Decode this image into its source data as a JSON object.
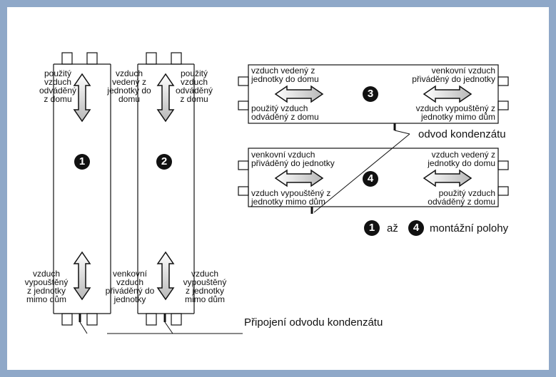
{
  "colors": {
    "background": "#8fa8c8",
    "panel": "#ffffff",
    "line": "#111111",
    "arrow_fill": "#c8c8c8"
  },
  "units": [
    {
      "badge": "1",
      "top_left": "použitý\nvzduch\nodváděný\nz domu",
      "bottom_left": "vzduch\nvypouštěný\nz jednotky\nmimo dům"
    },
    {
      "badge": "2",
      "top_left": "vzduch\nvedený z\njednotky do\ndomu",
      "top_right": "použitý\nvzduch\nodváděný\nz domu",
      "bottom_left": "venkovní\nvzduch\npřiváděný do\njednotky",
      "bottom_right": "vzduch\nvypouštěný\nz jednotky\nmimo dům"
    },
    {
      "badge": "3",
      "top_left": "vzduch vedený z\njednotky do domu",
      "top_right": "venkovní vzduch\npřiváděný do jednotky",
      "bottom_left": "použitý vzduch\nodváděný z domu",
      "bottom_right": "vzduch vypouštěný z\njednotky mimo dům"
    },
    {
      "badge": "4",
      "top_left": "venkovní vzduch\npřiváděný do jednotky",
      "top_right": "vzduch vedený z\njednotky do domu",
      "bottom_left": "vzduch vypouštěný z\njednotky mimo dům",
      "bottom_right": "použitý vzduch\nodváděný z domu"
    }
  ],
  "callouts": {
    "condensate_drain": "odvod kondenzátu",
    "condensate_connection": "Připojení odvodu kondenzátu"
  },
  "legend": {
    "from": "1",
    "to_word": "až",
    "to": "4",
    "text": "montážní polohy"
  }
}
